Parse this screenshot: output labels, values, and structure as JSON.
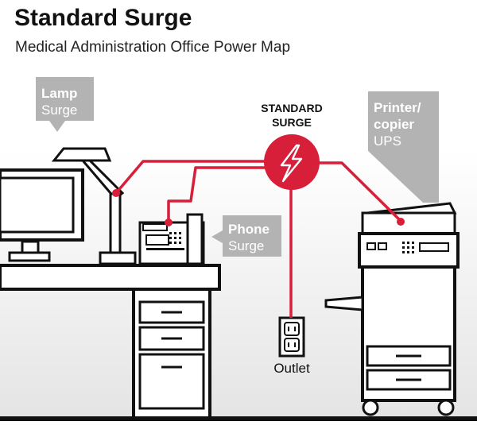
{
  "header": {
    "title": "Standard Surge",
    "subtitle": "Medical Administration Office Power Map"
  },
  "hub": {
    "label_line1": "STANDARD",
    "label_line2": "SURGE",
    "icon": "lightning-bolt-icon"
  },
  "devices": {
    "lamp": {
      "name": "Lamp",
      "protection": "Surge"
    },
    "phone": {
      "name": "Phone",
      "protection": "Surge"
    },
    "printer": {
      "name_line1": "Printer/",
      "name_line2": "copier",
      "protection": "UPS"
    },
    "outlet": {
      "name": "Outlet"
    }
  },
  "colors": {
    "accent": "#d71f3a",
    "label_bg": "#b3b3b3",
    "line": "#111111",
    "floor_fade": "#e6e6e6"
  }
}
